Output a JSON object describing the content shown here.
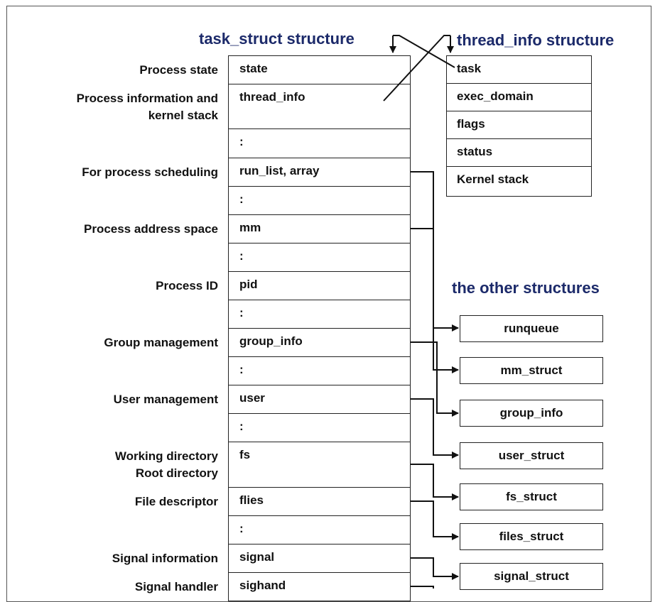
{
  "headings": {
    "task_struct": "task_struct structure",
    "thread_info": "thread_info structure",
    "other": "the other structures"
  },
  "labels": [
    [
      "Process state"
    ],
    [
      "Process information and",
      "kernel stack"
    ],
    [
      "For process scheduling"
    ],
    [
      "Process address space"
    ],
    [
      "Process ID"
    ],
    [
      "Group management"
    ],
    [
      "User management"
    ],
    [
      "Working directory",
      "Root directory"
    ],
    [
      "File descriptor"
    ],
    [
      "Signal information"
    ],
    [
      "Signal handler"
    ]
  ],
  "task_fields": [
    "state",
    "thread_info",
    ":",
    "run_list, array",
    ":",
    "mm",
    ":",
    "pid",
    ":",
    "group_info",
    ":",
    "user",
    ":",
    "fs",
    "flies",
    ":",
    "signal",
    "sighand"
  ],
  "thread_fields": [
    "task",
    "exec_domain",
    "flags",
    "status",
    "Kernel stack"
  ],
  "other_structures": [
    "runqueue",
    "mm_struct",
    "group_info",
    "user_struct",
    "fs_struct",
    "files_struct",
    "signal_struct"
  ],
  "colors": {
    "heading": "#1c2a6a",
    "line": "#111111"
  }
}
